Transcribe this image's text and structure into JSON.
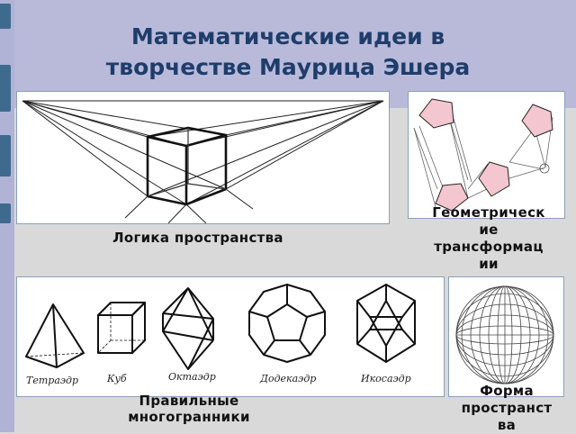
{
  "title_line1": "Математические идеи в",
  "title_line2": "творчестве Маурица Эшера",
  "captions": {
    "logic": "Логика пространства",
    "geometric_line1": "Геометрическ",
    "geometric_line2": "ие",
    "geometric_line3": "трансформац",
    "geometric_line4": "ии",
    "polyhedra_line1": "Правильные",
    "polyhedra_line2": "многогранники",
    "form_line1": "Форма",
    "form_line2": "пространст",
    "form_line3": "ва"
  },
  "polyhedra": {
    "tetrahedron": "Тетраэдр",
    "cube": "Куб",
    "octahedron": "Октаэдр",
    "dodecahedron": "Додекаэдр",
    "icosahedron": "Икосаэдр"
  },
  "colors": {
    "title": "#1f3d6b",
    "band": "#b9bad9",
    "pentagon_fill": "#f4c6d0"
  }
}
